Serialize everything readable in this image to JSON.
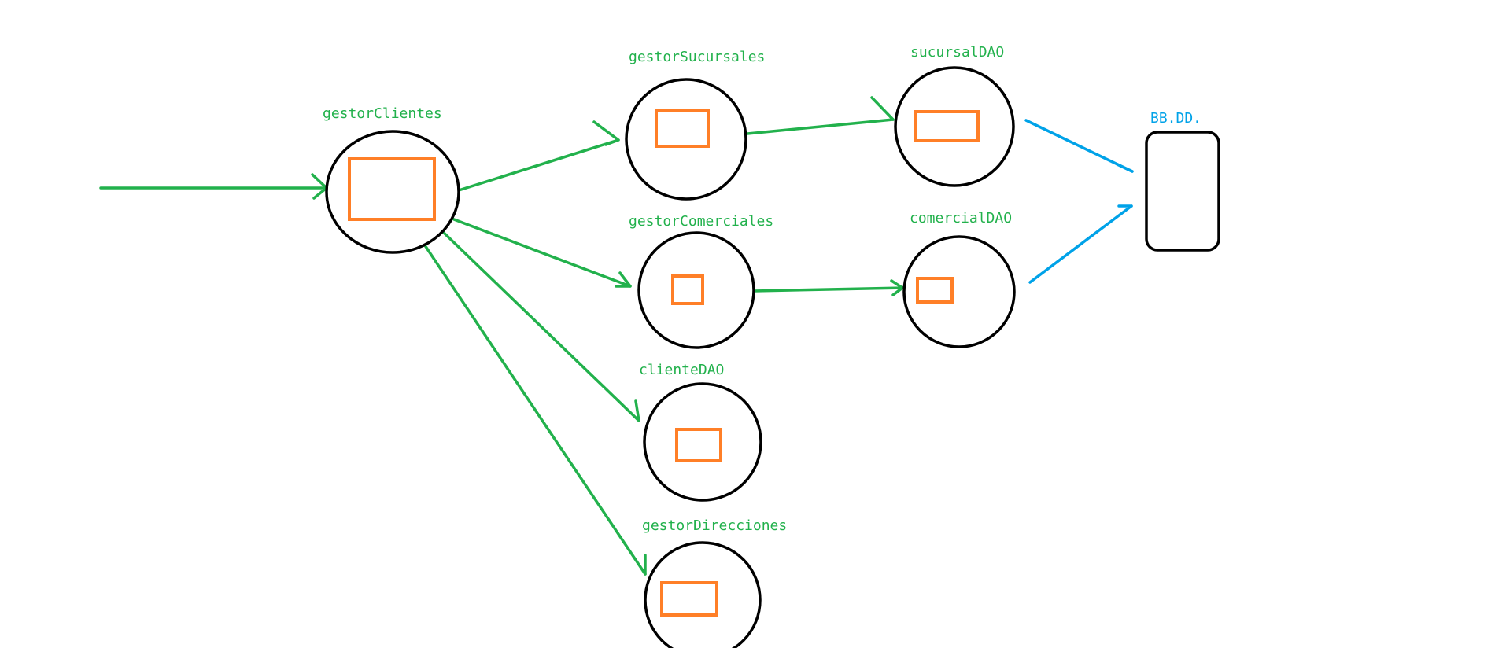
{
  "colors": {
    "edge": "#22b14c",
    "db_edge": "#00a2e8",
    "node_label": "#22b14c",
    "db_label": "#00a2e8",
    "node_outline": "#000000",
    "component": "#ff7f27"
  },
  "nodes": {
    "gestorClientes": {
      "label": "gestorClientes"
    },
    "gestorSucursales": {
      "label": "gestorSucursales"
    },
    "sucursalDAO": {
      "label": "sucursalDAO"
    },
    "gestorComerciales": {
      "label": "gestorComerciales"
    },
    "comercialDAO": {
      "label": "comercialDAO"
    },
    "clienteDAO": {
      "label": "clienteDAO"
    },
    "gestorDirecciones": {
      "label": "gestorDirecciones"
    }
  },
  "database": {
    "label": "BB.DD."
  },
  "edges": [
    {
      "from": "entry",
      "to": "gestorClientes"
    },
    {
      "from": "gestorClientes",
      "to": "gestorSucursales"
    },
    {
      "from": "gestorClientes",
      "to": "gestorComerciales"
    },
    {
      "from": "gestorClientes",
      "to": "clienteDAO"
    },
    {
      "from": "gestorClientes",
      "to": "gestorDirecciones"
    },
    {
      "from": "gestorSucursales",
      "to": "sucursalDAO"
    },
    {
      "from": "gestorComerciales",
      "to": "comercialDAO"
    },
    {
      "from": "sucursalDAO",
      "to": "database"
    },
    {
      "from": "comercialDAO",
      "to": "database"
    }
  ]
}
